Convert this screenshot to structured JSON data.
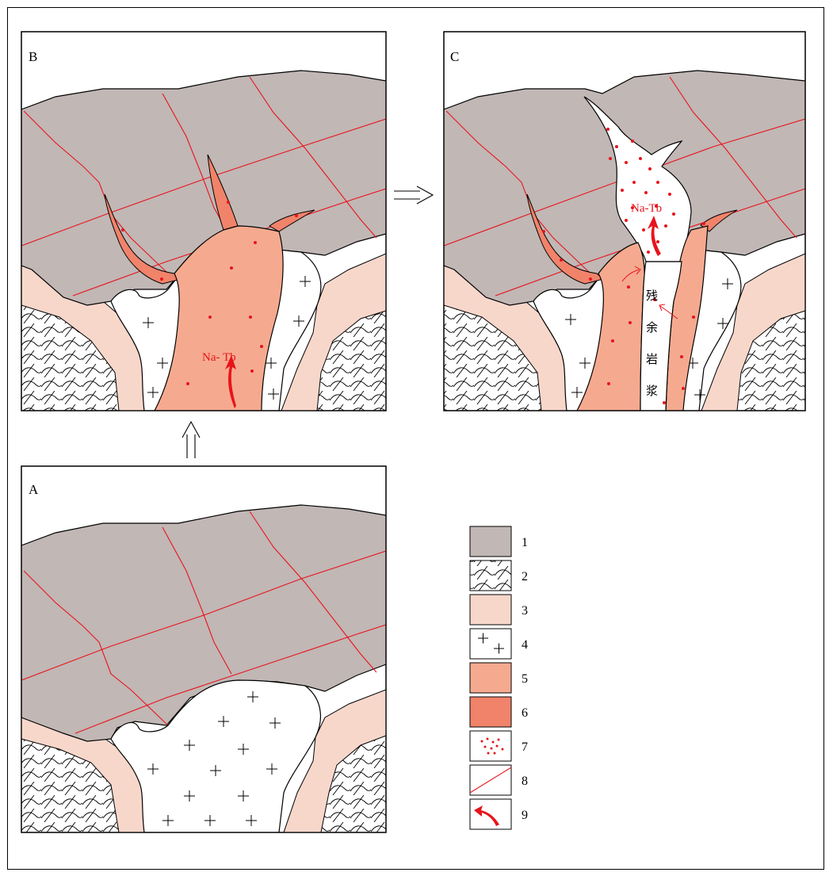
{
  "panels": {
    "a": {
      "label": "A"
    },
    "b": {
      "label": "B",
      "flow_label": "Na- Tb"
    },
    "c": {
      "label": "C",
      "flow_label": "Na-Tb",
      "residual_chars": [
        "残",
        "余",
        "岩",
        "浆"
      ]
    }
  },
  "legend": {
    "items": [
      {
        "num": "1",
        "pattern": "grey-fill"
      },
      {
        "num": "2",
        "pattern": "wavy-hatch"
      },
      {
        "num": "3",
        "pattern": "light-pink-fill"
      },
      {
        "num": "4",
        "pattern": "crosses"
      },
      {
        "num": "5",
        "pattern": "salmon-fill"
      },
      {
        "num": "6",
        "pattern": "dark-salmon-fill"
      },
      {
        "num": "7",
        "pattern": "red-dots"
      },
      {
        "num": "8",
        "pattern": "red-line"
      },
      {
        "num": "9",
        "pattern": "red-curved-arrow"
      }
    ]
  },
  "colors": {
    "grey": "#c1b7b5",
    "light_pink": "#f8d7cb",
    "salmon": "#f5aa8f",
    "dark_salmon": "#f0836a",
    "red": "#e8141c"
  }
}
